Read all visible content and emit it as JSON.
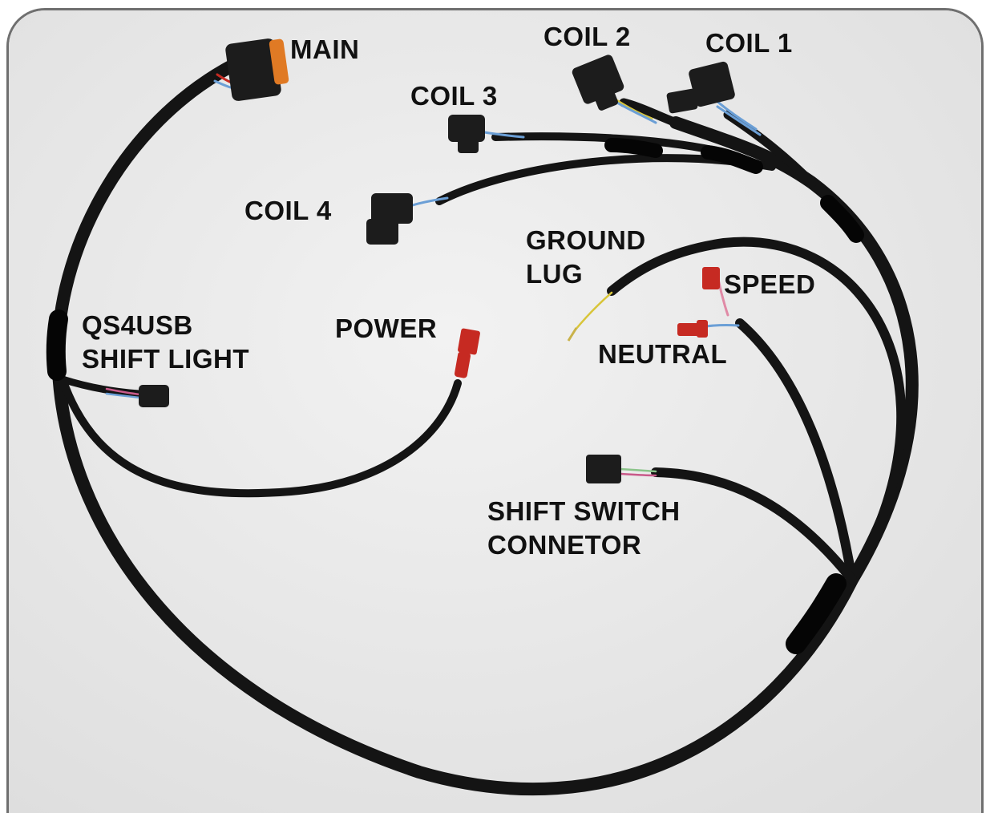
{
  "labels": {
    "main": "MAIN",
    "coil1": "COIL 1",
    "coil2": "COIL 2",
    "coil3": "COIL 3",
    "coil4": "COIL 4",
    "ground_line1": "GROUND",
    "ground_line2": "LUG",
    "speed": "SPEED",
    "neutral": "NEUTRAL",
    "power": "POWER",
    "qs4usb_line1": "QS4USB",
    "qs4usb_line2": "SHIFT LIGHT",
    "shift_line1": "SHIFT SWITCH",
    "shift_line2": "CONNETOR"
  },
  "colors": {
    "background": "#ececec",
    "frame_border": "#6f6f6f",
    "cable": "#141414",
    "connector_black": "#1c1c1c",
    "connector_orange": "#e07a24",
    "terminal_red": "#c62a22",
    "wire_blue": "#6b9fd6",
    "wire_yellow": "#d8c53a",
    "wire_pink": "#e08aa6",
    "label_text": "#111111"
  }
}
